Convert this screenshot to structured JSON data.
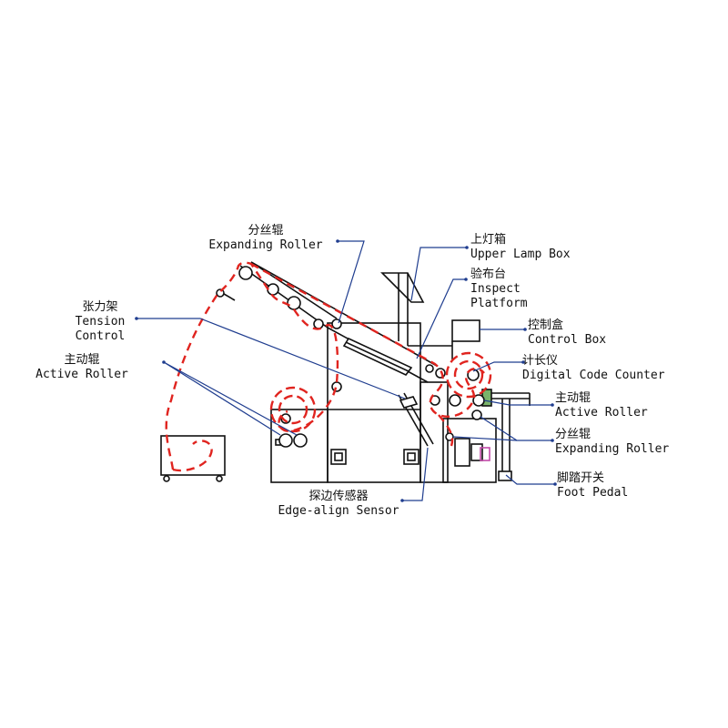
{
  "colors": {
    "machine_line": "#111111",
    "leader_line": "#1f3d8f",
    "fabric_path": "#e0241f"
  },
  "labels": {
    "expanding_roller_top": {
      "zh": "分丝辊",
      "en": "Expanding Roller"
    },
    "upper_lamp_box": {
      "zh": "上灯箱",
      "en": "Upper Lamp Box"
    },
    "inspect_platform": {
      "zh": "验布台",
      "en1": "Inspect",
      "en2": "Platform"
    },
    "tension_control": {
      "zh": "张力架",
      "en1": "Tension",
      "en2": "Control"
    },
    "control_box": {
      "zh": "控制盒",
      "en": "Control Box"
    },
    "active_roller_left": {
      "zh": "主动辊",
      "en": "Active Roller"
    },
    "digital_code_counter": {
      "zh": "计长仪",
      "en": "Digital Code Counter"
    },
    "active_roller_right": {
      "zh": "主动辊",
      "en": "Active Roller"
    },
    "expanding_roller_right": {
      "zh": "分丝辊",
      "en": "Expanding Roller"
    },
    "foot_pedal": {
      "zh": "脚踏开关",
      "en": "Foot Pedal"
    },
    "edge_align_sensor": {
      "zh": "探边传感器",
      "en": "Edge-align Sensor"
    }
  }
}
